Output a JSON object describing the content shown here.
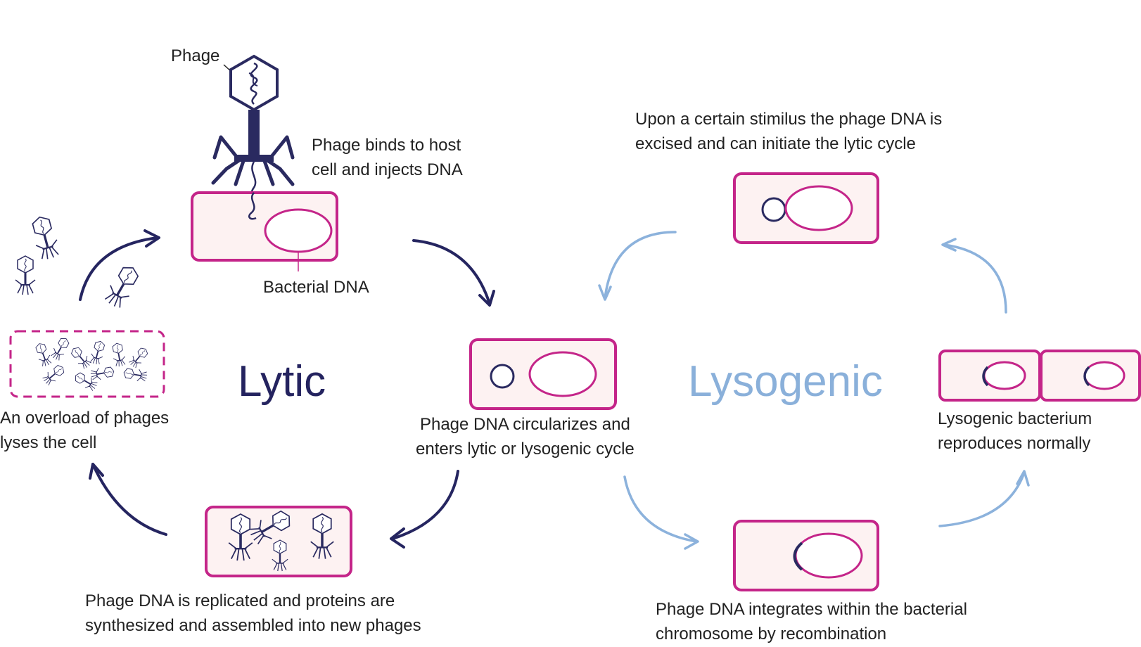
{
  "colors": {
    "cell_border": "#c42589",
    "cell_fill": "#fdf2f2",
    "phage": "#2a2a60",
    "lytic_arrow": "#252560",
    "lysogenic_arrow": "#8cb2dc",
    "lytic_title": "#24235f",
    "lysogenic_title": "#8ab0da"
  },
  "titles": {
    "lytic": "Lytic",
    "lysogenic": "Lysogenic"
  },
  "labels": {
    "phage": "Phage",
    "bacterial_dna": "Bacterial DNA",
    "binds": [
      "Phage binds to host",
      "cell  and injects DNA"
    ],
    "circularizes": [
      "Phage DNA circularizes and",
      "enters lytic or lysogenic cycle"
    ],
    "replicated": [
      "Phage DNA is replicated and proteins are",
      "synthesized and assembled into new phages"
    ],
    "overload": [
      "An overload of phages",
      "lyses the cell"
    ],
    "excised": [
      "Upon a certain stimilus the phage DNA is",
      "excised and can initiate the lytic cycle"
    ],
    "integrates": [
      "Phage DNA integrates within the bacterial",
      "chromosome by recombination"
    ],
    "reproduces": [
      "Lysogenic bacterium",
      "reproduces normally"
    ]
  },
  "icons": [
    "bacteriophage-icon",
    "bacterial-cell-icon",
    "dna-ring-icon",
    "cycle-arrow-icon"
  ]
}
